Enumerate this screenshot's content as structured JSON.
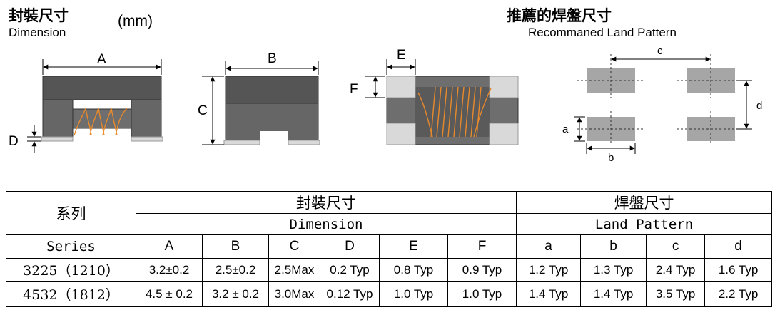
{
  "header": {
    "left_title_cn": "封裝尺寸",
    "left_title_en": "Dimension",
    "unit": "(mm)",
    "right_title_cn": "推薦的焊盤尺寸",
    "right_title_en": "Recommaned Land Pattern"
  },
  "diagram_labels": {
    "A": "A",
    "B": "B",
    "C": "C",
    "D": "D",
    "E": "E",
    "F": "F",
    "a": "a",
    "b": "b",
    "c": "c",
    "d": "d"
  },
  "table": {
    "series_cn": "系列",
    "series_en": "Series",
    "dimension_cn": "封裝尺寸",
    "dimension_en": "Dimension",
    "land_cn": "焊盤尺寸",
    "land_en": "Land Pattern",
    "columns": [
      "A",
      "B",
      "C",
      "D",
      "E",
      "F",
      "a",
      "b",
      "c",
      "d"
    ],
    "rows": [
      {
        "series": "3225（1210）",
        "values": [
          "3.2±0.2",
          "2.5±0.2",
          "2.5Max",
          "0.2 Typ",
          "0.8 Typ",
          "0.9 Typ",
          "1.2 Typ",
          "1.3 Typ",
          "2.4 Typ",
          "1.6 Typ"
        ]
      },
      {
        "series": "4532（1812）",
        "values": [
          "4.5 ± 0.2",
          "3.2 ± 0.2",
          "3.0Max",
          "0.12 Typ",
          "1.0 Typ",
          "1.0 Typ",
          "1.4 Typ",
          "1.4 Typ",
          "3.5 Typ",
          "2.2 Typ"
        ]
      }
    ]
  },
  "colors": {
    "body_dark": "#555555",
    "body_mid": "#6e6e6e",
    "terminal": "#d9d9d9",
    "winding": "#e8892c",
    "pad": "#a6a6a6"
  }
}
